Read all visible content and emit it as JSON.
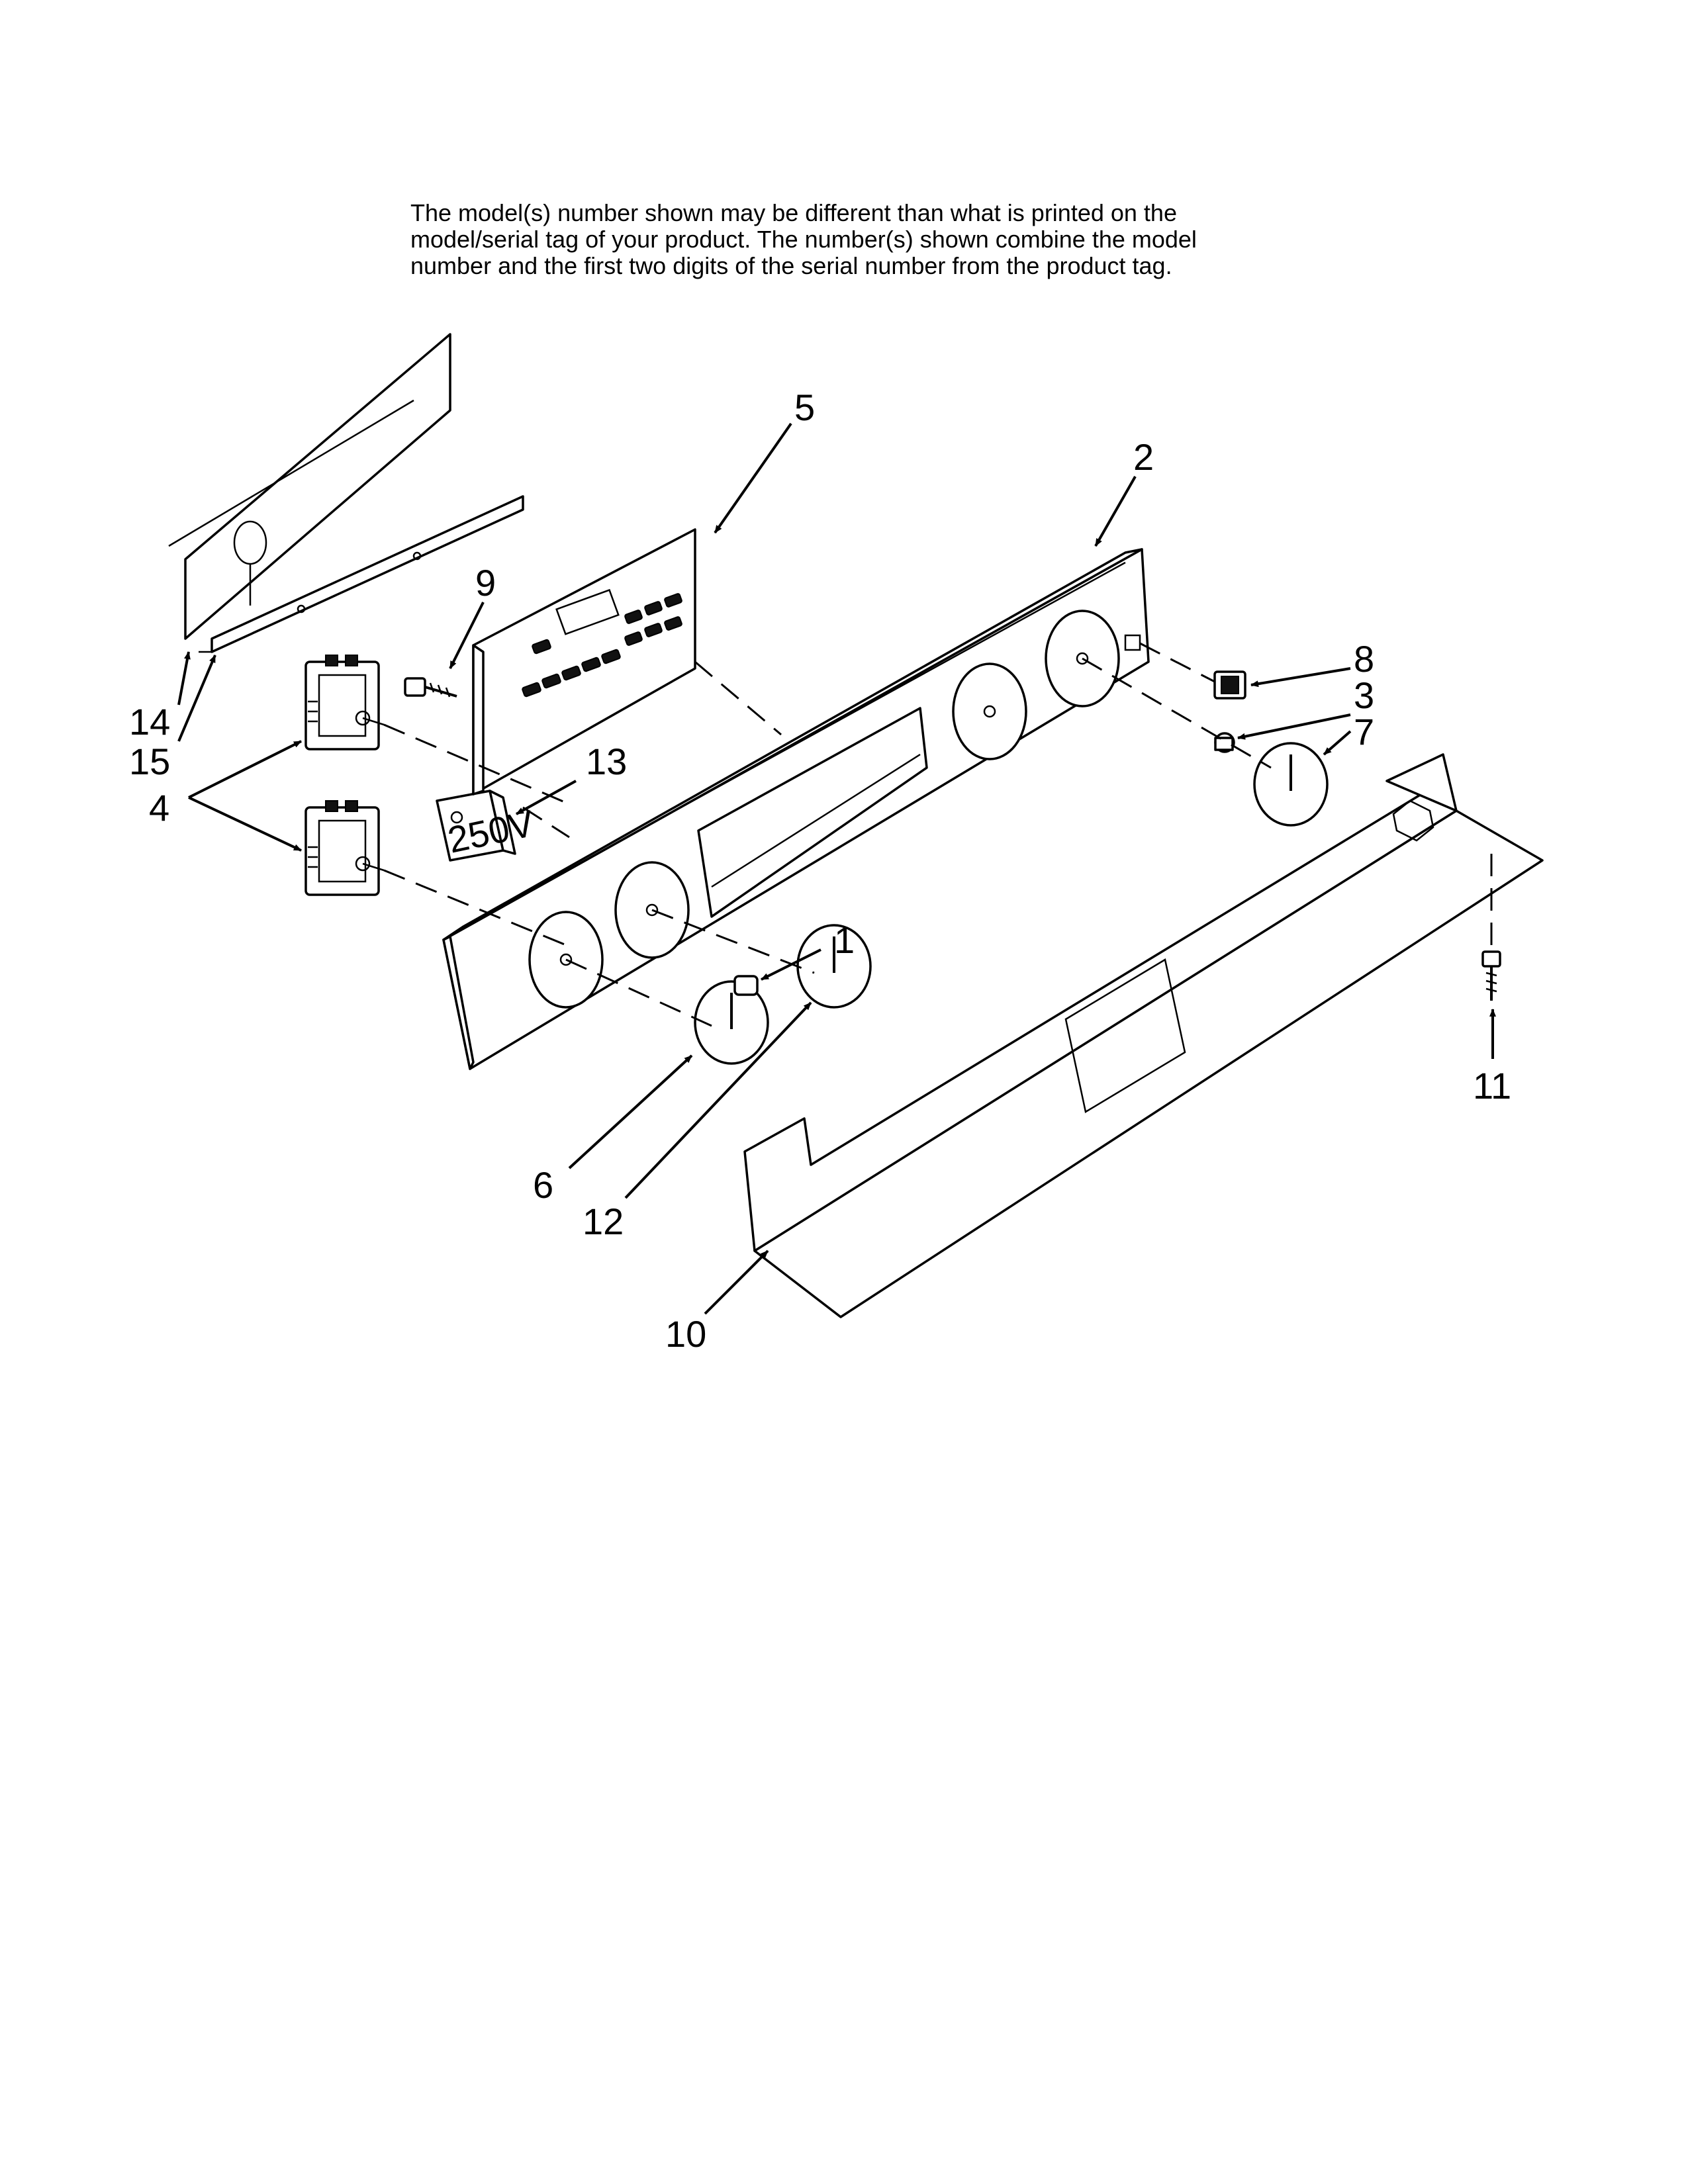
{
  "disclaimer": {
    "line1": "The model(s) number shown may be different than what is printed on the",
    "line2": "model/serial tag of your product. The number(s) shown combine the model",
    "line3": "number and the first two digits of the serial number from the product tag."
  },
  "callouts": {
    "c1": "1",
    "c2": "2",
    "c3": "3",
    "c4": "4",
    "c5": "5",
    "c6": "6",
    "c7": "7",
    "c8": "8",
    "c9": "9",
    "c10": "10",
    "c11": "11",
    "c12": "12",
    "c13": "13",
    "c14": "14",
    "c15": "15"
  },
  "component_marking": "250V"
}
